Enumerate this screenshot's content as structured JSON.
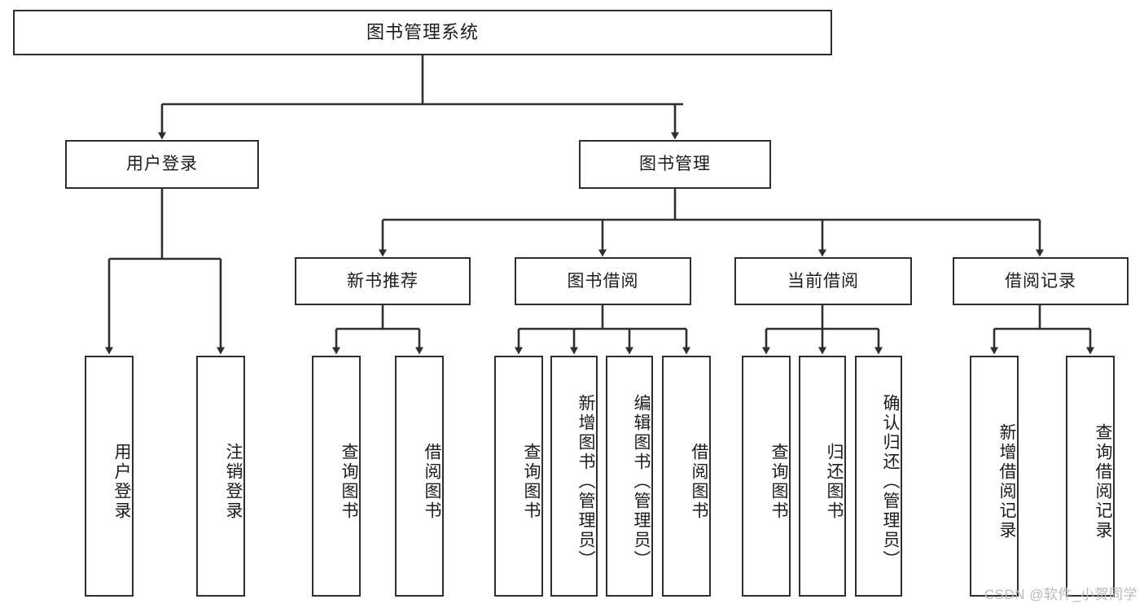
{
  "diagram": {
    "title": "图书管理系统",
    "type": "tree-hierarchy",
    "watermark": "CSDN @软件_小贺同学",
    "colors": {
      "background": "#ffffff",
      "box_border": "#2e2e2e",
      "box_fill": "#ffffff",
      "edge": "#2e2e2e",
      "text": "#1c1c1c",
      "watermark": "#b9b9b9"
    },
    "root": {
      "label": "图书管理系统",
      "orientation": "horizontal"
    },
    "level2": [
      {
        "label": "用户登录",
        "orientation": "horizontal"
      },
      {
        "label": "图书管理",
        "orientation": "horizontal"
      }
    ],
    "level3": [
      {
        "label": "新书推荐",
        "orientation": "horizontal",
        "parent": "图书管理"
      },
      {
        "label": "图书借阅",
        "orientation": "horizontal",
        "parent": "图书管理"
      },
      {
        "label": "当前借阅",
        "orientation": "horizontal",
        "parent": "图书管理"
      },
      {
        "label": "借阅记录",
        "orientation": "horizontal",
        "parent": "图书管理"
      }
    ],
    "leaves": {
      "user_login": [
        {
          "label": "用户登录",
          "orientation": "vertical"
        },
        {
          "label": "注销登录",
          "orientation": "vertical"
        }
      ],
      "new_book_recommend": [
        {
          "label": "查询图书",
          "orientation": "vertical"
        },
        {
          "label": "借阅图书",
          "orientation": "vertical"
        }
      ],
      "book_borrow": [
        {
          "label": "查询图书",
          "orientation": "vertical"
        },
        {
          "label": "新增图书（管理员）",
          "orientation": "vertical"
        },
        {
          "label": "编辑图书（管理员）",
          "orientation": "vertical"
        },
        {
          "label": "借阅图书",
          "orientation": "vertical"
        }
      ],
      "current_borrow": [
        {
          "label": "查询图书",
          "orientation": "vertical"
        },
        {
          "label": "归还图书",
          "orientation": "vertical"
        },
        {
          "label": "确认归还（管理员）",
          "orientation": "vertical"
        }
      ],
      "borrow_record": [
        {
          "label": "新增借阅记录",
          "orientation": "vertical"
        },
        {
          "label": "查询借阅记录",
          "orientation": "vertical"
        }
      ]
    }
  }
}
